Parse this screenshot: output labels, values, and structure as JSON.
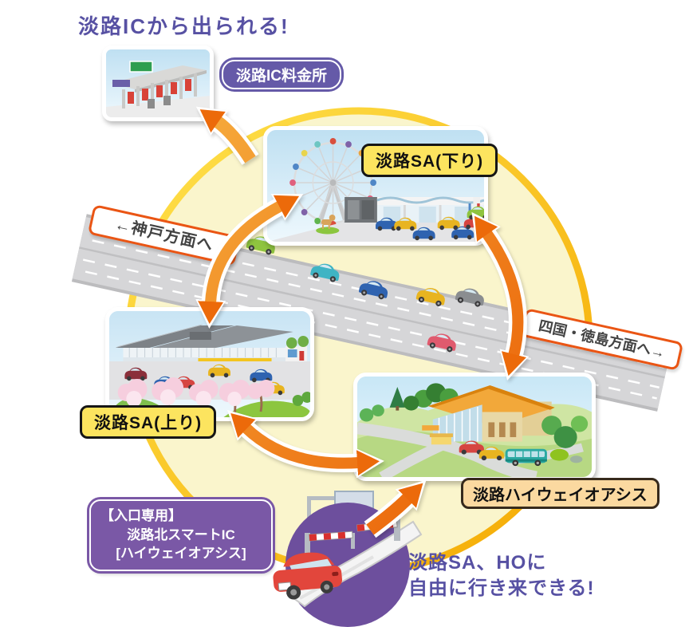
{
  "header": {
    "title": "淡路ICから出られる!"
  },
  "toll": {
    "badge": "淡路IC料金所"
  },
  "cards": {
    "kudari": {
      "label": "淡路SA(下り)"
    },
    "nobori": {
      "label": "淡路SA(上り)"
    },
    "oasis": {
      "label": "淡路ハイウェイオアシス"
    }
  },
  "road": {
    "sign_kobe": "←神戸方面へ",
    "sign_shikoku": "四国・徳島方面へ→"
  },
  "smart_ic": {
    "lines": [
      "【入口専用】",
      "淡路北スマートIC",
      "[ハイウェイオアシス]"
    ]
  },
  "note": {
    "lines": [
      "淡路SA、HOに",
      "自由に行き来できる!"
    ]
  },
  "icons": {
    "toll-gate-illustration": "toll booths under canopy",
    "ferris-wheel-icon": "ferris wheel at SA kudari",
    "sa-nobori-illustration": "service area building with cherry blossoms",
    "oasis-illustration": "highway oasis building with bus and cars",
    "smart-ic-gate-illustration": "red car entering ETC gate in purple circle",
    "highway-road-illustration": "diagonal highway with cars"
  },
  "colors": {
    "purple_text": "#5751a3",
    "purple_box": "#7a58a6",
    "badge_purple": "#655aa8",
    "label_yellow": "#fce45f",
    "label_peach": "#fbd9a0",
    "arrow_orange": "#ec6a0a",
    "ring_gold": "#f7b500",
    "circle_fill": "#faf5cc",
    "sign_border": "#ea5514"
  }
}
